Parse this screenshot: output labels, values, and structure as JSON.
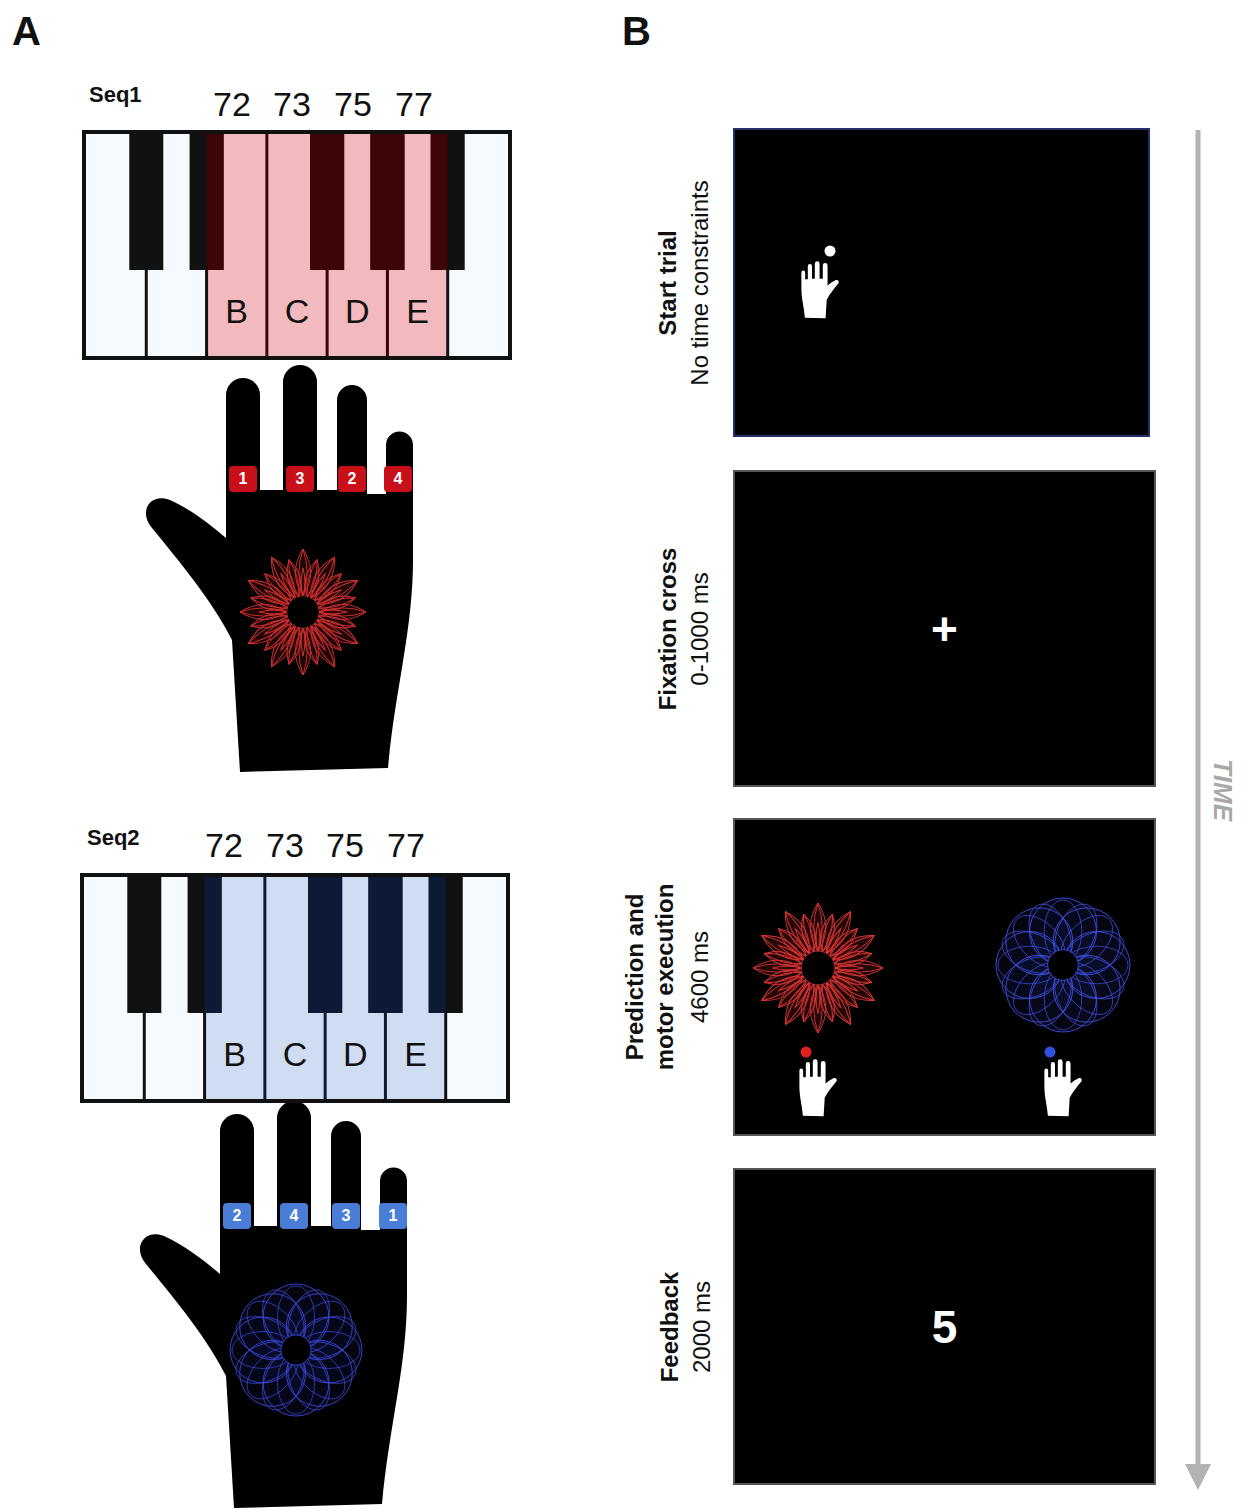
{
  "diagram": {
    "nodes": [
      {
        "text": [
          "Seq1"
        ]
      },
      {
        "text": [
          "B"
        ],
        "in": 0
      },
      {
        "text": [
          "C"
        ],
        "in": 0
      },
      {
        "text": [
          "D"
        ],
        "in": 0
      },
      {
        "text": [
          "E"
        ],
        "in": 0
      },
      {
        "text": [
          "1"
        ]
      },
      {
        "text": [
          "3"
        ]
      },
      {
        "text": [
          "2"
        ]
      },
      {
        "text": [
          "4"
        ]
      },
      {
        "text": [
          "Seq2"
        ]
      },
      {
        "text": [
          "B"
        ],
        "in": 9
      },
      {
        "text": [
          "C"
        ],
        "in": 9
      },
      {
        "text": [
          "D"
        ],
        "in": 9
      },
      {
        "text": [
          "E"
        ],
        "in": 9
      },
      {
        "text": [
          "2"
        ]
      },
      {
        "text": [
          "4"
        ]
      },
      {
        "text": [
          "3"
        ]
      },
      {
        "text": [
          "1"
        ]
      },
      {
        "text": [
          "Start trial",
          "No time constraints"
        ]
      },
      {
        "text": [
          "Fixation cross",
          "0-1000 ms",
          "+"
        ]
      },
      {
        "text": [
          "Prediction and motor execution",
          "4600 ms"
        ]
      },
      {
        "text": [
          "Feedback",
          "2000 ms",
          "5"
        ]
      }
    ],
    "labels": [
      "A",
      "B",
      "72",
      "73",
      "75",
      "77",
      "72",
      "73",
      "75",
      "77",
      "TIME"
    ]
  }
}
